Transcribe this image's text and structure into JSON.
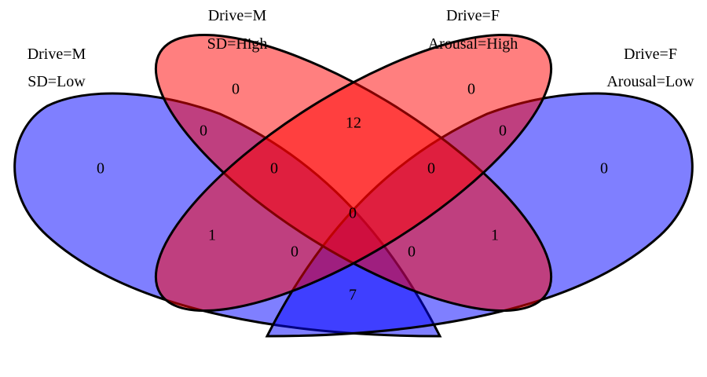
{
  "sets": [
    {
      "id": "a",
      "line1": "Drive=M",
      "line2": "SD=Low",
      "color": "#0000ff"
    },
    {
      "id": "b",
      "line1": "Drive=M",
      "line2": "SD=High",
      "color": "#ff0000"
    },
    {
      "id": "c",
      "line1": "Drive=F",
      "line2": "Arousal=High",
      "color": "#ff0000"
    },
    {
      "id": "d",
      "line1": "Drive=F",
      "line2": "Arousal=Low",
      "color": "#0000ff"
    }
  ],
  "regions": {
    "a_only": "0",
    "b_only": "0",
    "c_only": "0",
    "d_only": "0",
    "ab": "0",
    "bc": "12",
    "cd": "0",
    "ac": "1",
    "bd": "1",
    "ad": "7",
    "abc": "0",
    "bcd": "0",
    "acd": "0",
    "abd": "0",
    "abcd": "0"
  },
  "style": {
    "fill_opacity": 0.5,
    "outline_color": "#000000"
  }
}
